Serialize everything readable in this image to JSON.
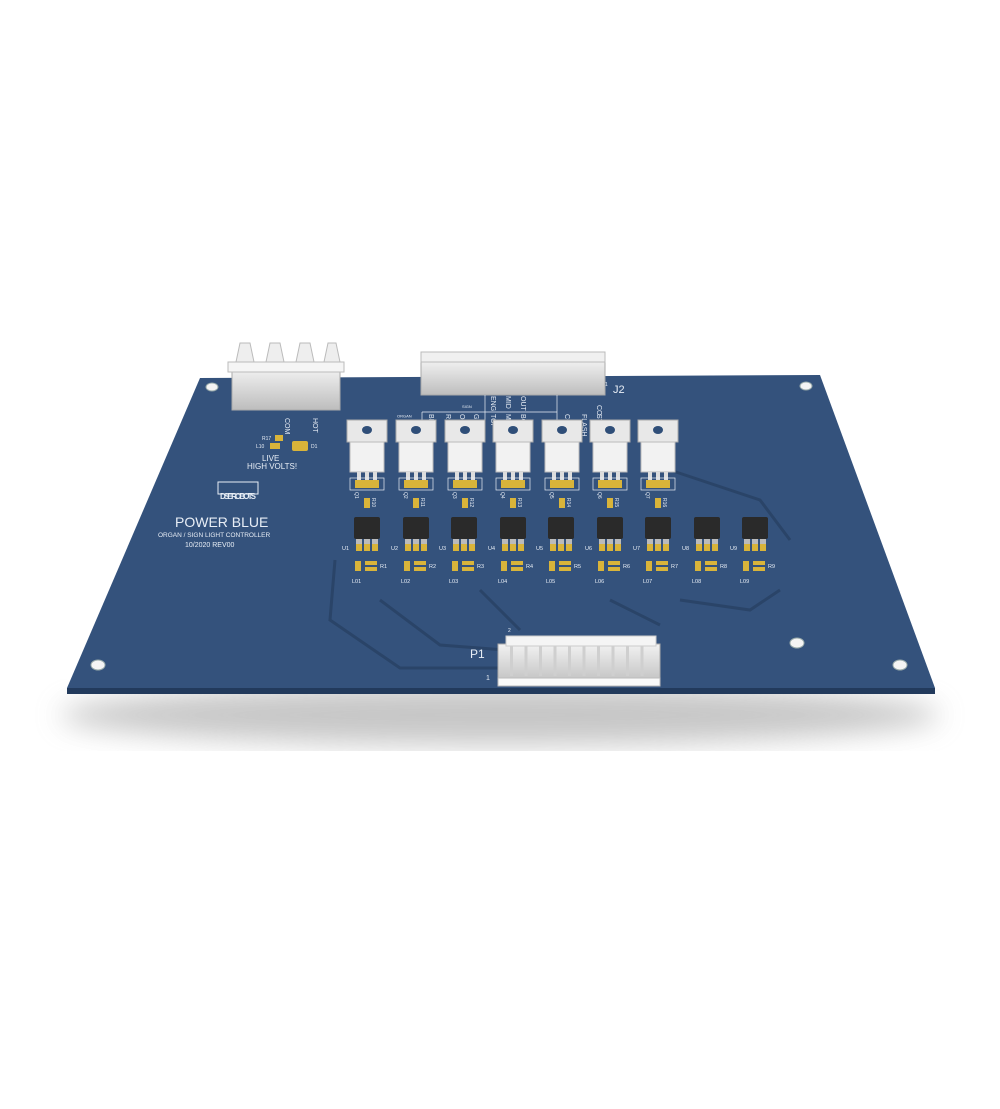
{
  "board": {
    "title": "POWER BLUE",
    "subtitle": "ORGAN / SIGN LIGHT CONTROLLER",
    "revision": "10/2020 REV00",
    "warning_line1": "LIVE",
    "warning_line2": "HIGH VOLTS!",
    "logo_text": "DSE ROBOTS",
    "colors": {
      "board": "#34527c",
      "board_edge": "#223a5c",
      "pad": "#d9b43a",
      "ic": "#2a2a2a",
      "connector": "#e6e6e6"
    }
  },
  "terminal": {
    "labels": [
      "COM",
      "HOT"
    ],
    "r_label": "R17",
    "l_label": "L10",
    "d_label": "D1"
  },
  "j2": {
    "label": "J2",
    "pin1": "1",
    "group_organ": "ORGAN",
    "group_sign": "SIGN",
    "pins": [
      "BLU",
      "RED",
      "ORG",
      "GRN",
      "TOP",
      "MID",
      "BOT",
      "CONT",
      "FLASH",
      "STR"
    ],
    "pins_upper": [
      "ENG",
      "MID",
      "OUT"
    ],
    "pins_co": "CO"
  },
  "p1": {
    "label": "P1",
    "pin1": "1",
    "pin2": "2"
  },
  "transistors": [
    "Q1",
    "Q2",
    "Q3",
    "Q4",
    "Q5",
    "Q6",
    "Q7"
  ],
  "gate_resistors": [
    "R10",
    "R11",
    "R12",
    "R13",
    "R14",
    "R15",
    "R16"
  ],
  "optos": [
    "U1",
    "U2",
    "U3",
    "U4",
    "U5",
    "U6",
    "U7",
    "U8",
    "U9"
  ],
  "leds": [
    "L01",
    "L02",
    "L03",
    "L04",
    "L05",
    "L06",
    "L07",
    "L08",
    "L09"
  ],
  "led_resistors": [
    "R1",
    "R2",
    "R3",
    "R4",
    "R5",
    "R6",
    "R7",
    "R8",
    "R9"
  ]
}
